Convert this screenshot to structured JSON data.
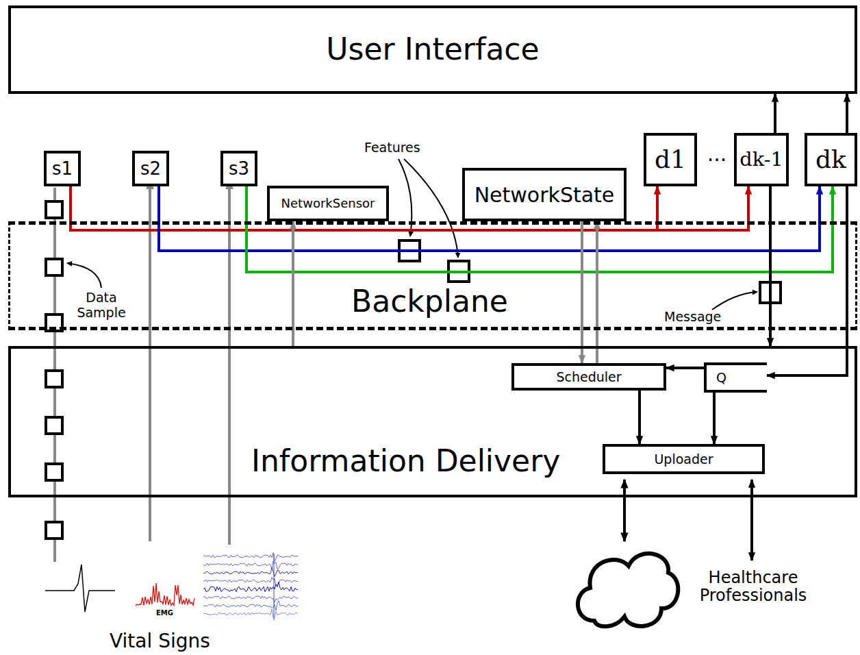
{
  "diagram": {
    "nodes": [
      {
        "text": [
          "User Interface"
        ]
      },
      {
        "text": [
          "s1"
        ]
      },
      {
        "text": [
          "s2"
        ]
      },
      {
        "text": [
          "s3"
        ]
      },
      {
        "text": [
          "NetworkSensor"
        ]
      },
      {
        "text": [
          "NetworkState"
        ]
      },
      {
        "text": [
          "d1"
        ]
      },
      {
        "text": [
          "dk-1"
        ]
      },
      {
        "text": [
          "dk"
        ]
      },
      {
        "text": [
          "Backplane"
        ]
      },
      {
        "text": [
          "Information Delivery"
        ]
      },
      {
        "text": [
          "Scheduler"
        ],
        "in": 10
      },
      {
        "text": [
          "Q"
        ],
        "in": 10
      },
      {
        "text": [
          "Uploader"
        ],
        "in": 10
      },
      {
        "text": [
          "Healthcare Professionals"
        ]
      }
    ],
    "edges": [
      {
        "from": 1,
        "to": 6,
        "arrow": "to"
      },
      {
        "from": 1,
        "to": 7,
        "arrow": "to"
      },
      {
        "from": 2,
        "to": 8,
        "arrow": "to"
      },
      {
        "from": 3,
        "to": 8,
        "arrow": "to"
      },
      {
        "from": 7,
        "to": 0,
        "arrow": "to"
      },
      {
        "from": 8,
        "to": 0,
        "arrow": "to"
      },
      {
        "from": 7,
        "to": 10,
        "arrow": "to"
      },
      {
        "from": 8,
        "to": 12,
        "arrow": "to"
      },
      {
        "from": 10,
        "to": 4,
        "arrow": "to"
      },
      {
        "from": 5,
        "to": 11,
        "arrow": "to"
      },
      {
        "from": 11,
        "to": 5,
        "arrow": "to"
      },
      {
        "from": 12,
        "to": 11,
        "arrow": "to"
      },
      {
        "from": 11,
        "to": 13,
        "arrow": "to"
      },
      {
        "from": 12,
        "to": 13,
        "arrow": "to"
      },
      {
        "from": 13,
        "to": 14,
        "arrow": "both"
      }
    ],
    "labels": [
      "Features",
      "Data Sample",
      "Message",
      "Vital Signs",
      "EMG",
      "..."
    ]
  }
}
